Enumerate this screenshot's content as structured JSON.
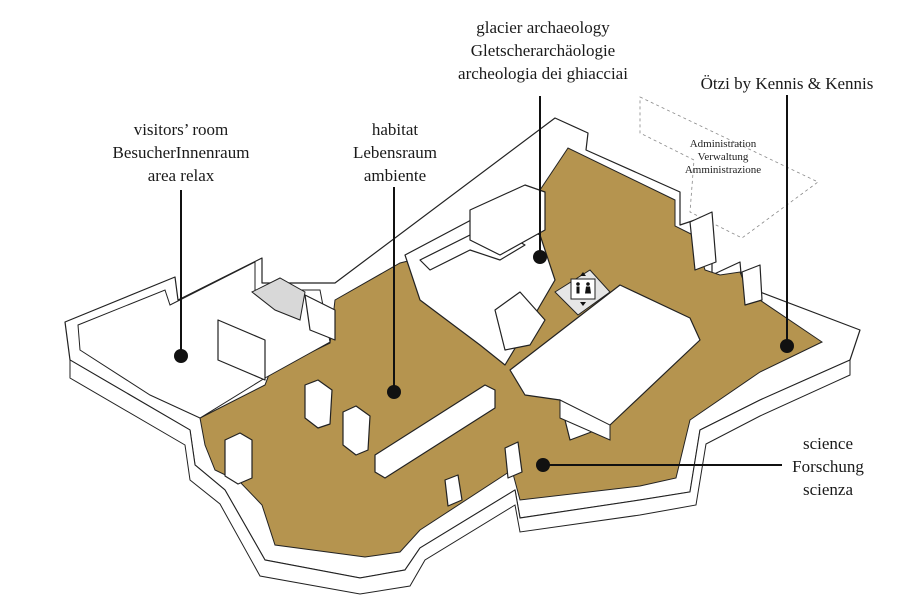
{
  "areas": {
    "visitors_room": {
      "en": "visitors’ room",
      "de": "BesucherInnenraum",
      "it": "area relax"
    },
    "habitat": {
      "en": "habitat",
      "de": "Lebensraum",
      "it": "ambiente"
    },
    "glacier_archaeology": {
      "en": "glacier archaeology",
      "de": "Gletscherarchäologie",
      "it": "archeologia dei ghiacciai"
    },
    "otzi": {
      "en": "Ötzi by Kennis & Kennis"
    },
    "science": {
      "en": "science",
      "de": "Forschung",
      "it": "scienza"
    },
    "administration": {
      "en": "Administration",
      "de": "Verwaltung",
      "it": "Amministrazione"
    }
  },
  "icons": {
    "restroom": "restroom-icon",
    "elevator": "elevator-arrows-icon"
  },
  "colors": {
    "floor": "#b5944f",
    "wall": "#ffffff",
    "outline": "#222222",
    "marker": "#111111",
    "stairs": "#d8d8d8"
  }
}
